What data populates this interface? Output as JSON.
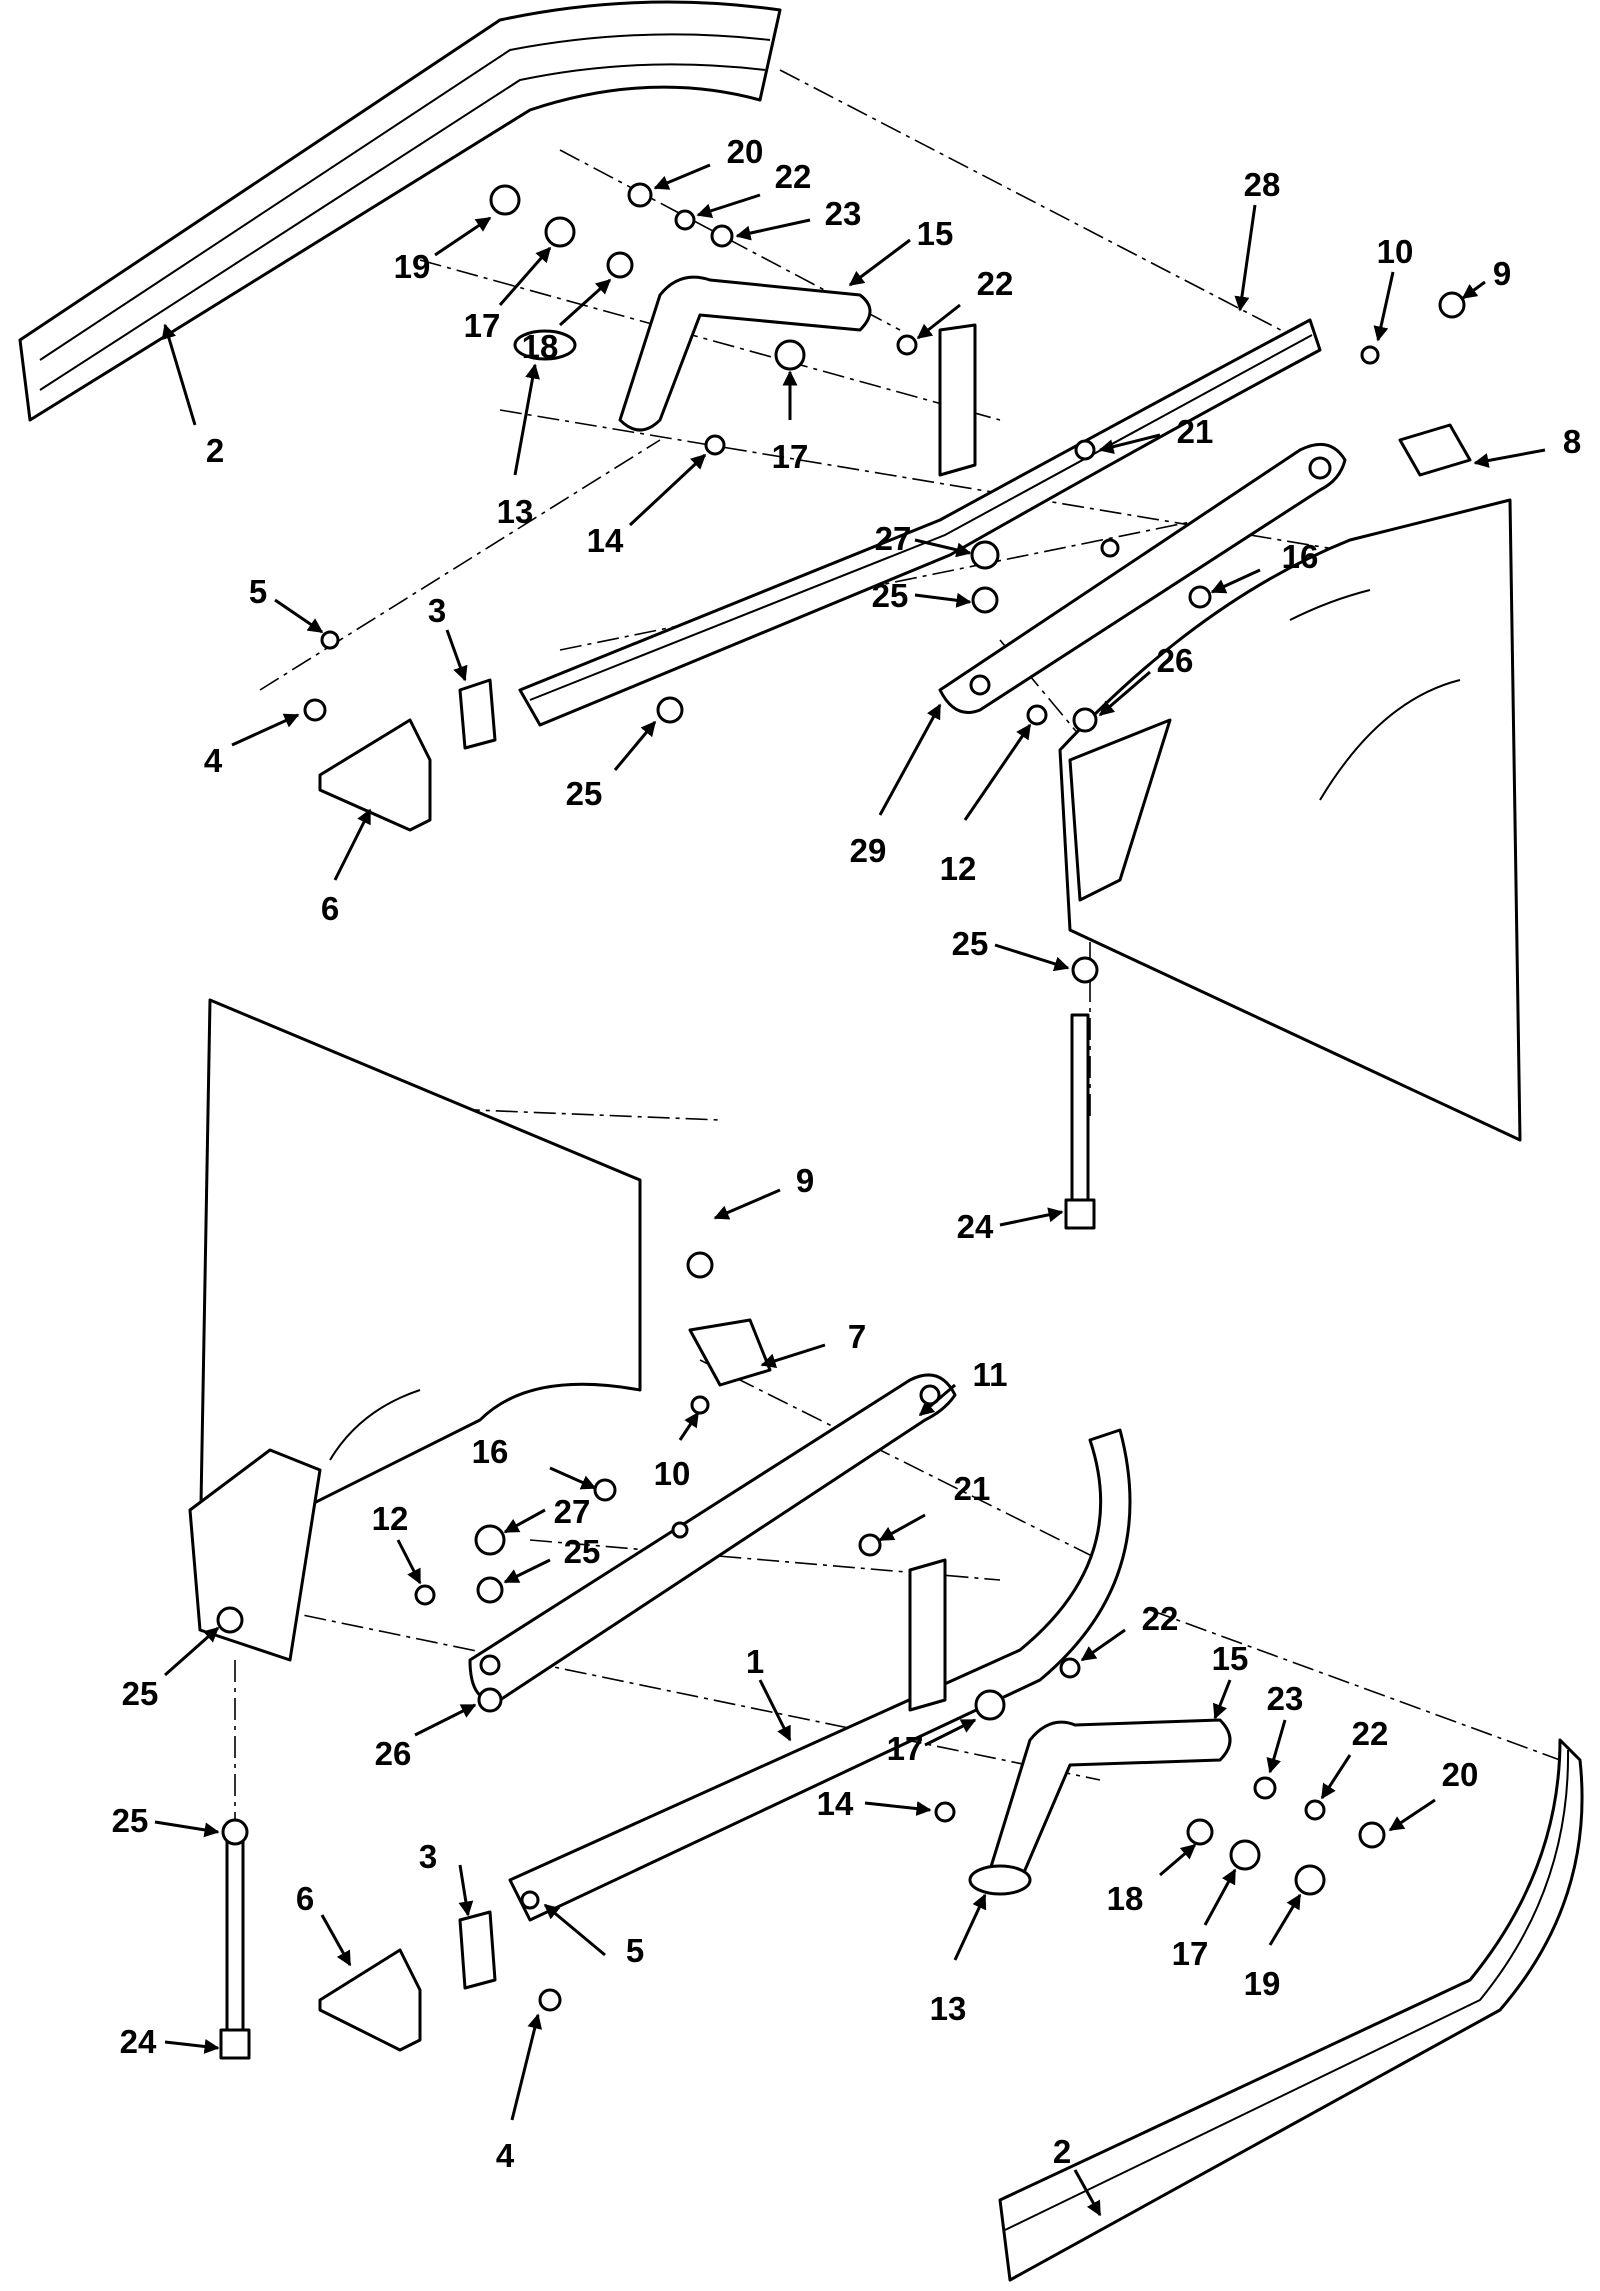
{
  "diagram": {
    "callouts": [
      {
        "label": "2"
      },
      {
        "label": "19"
      },
      {
        "label": "20"
      },
      {
        "label": "22"
      },
      {
        "label": "23"
      },
      {
        "label": "17"
      },
      {
        "label": "18"
      },
      {
        "label": "15"
      },
      {
        "label": "22"
      },
      {
        "label": "28"
      },
      {
        "label": "10"
      },
      {
        "label": "9"
      },
      {
        "label": "13"
      },
      {
        "label": "14"
      },
      {
        "label": "17"
      },
      {
        "label": "21"
      },
      {
        "label": "8"
      },
      {
        "label": "27"
      },
      {
        "label": "25"
      },
      {
        "label": "16"
      },
      {
        "label": "5"
      },
      {
        "label": "3"
      },
      {
        "label": "4"
      },
      {
        "label": "6"
      },
      {
        "label": "25"
      },
      {
        "label": "29"
      },
      {
        "label": "12"
      },
      {
        "label": "26"
      },
      {
        "label": "25"
      },
      {
        "label": "24"
      },
      {
        "label": "9"
      },
      {
        "label": "7"
      },
      {
        "label": "11"
      },
      {
        "label": "10"
      },
      {
        "label": "16"
      },
      {
        "label": "21"
      },
      {
        "label": "12"
      },
      {
        "label": "27"
      },
      {
        "label": "25"
      },
      {
        "label": "25"
      },
      {
        "label": "22"
      },
      {
        "label": "15"
      },
      {
        "label": "1"
      },
      {
        "label": "23"
      },
      {
        "label": "22"
      },
      {
        "label": "26"
      },
      {
        "label": "17"
      },
      {
        "label": "20"
      },
      {
        "label": "25"
      },
      {
        "label": "14"
      },
      {
        "label": "18"
      },
      {
        "label": "3"
      },
      {
        "label": "6"
      },
      {
        "label": "5"
      },
      {
        "label": "17"
      },
      {
        "label": "19"
      },
      {
        "label": "13"
      },
      {
        "label": "24"
      },
      {
        "label": "2"
      },
      {
        "label": "4"
      }
    ]
  }
}
